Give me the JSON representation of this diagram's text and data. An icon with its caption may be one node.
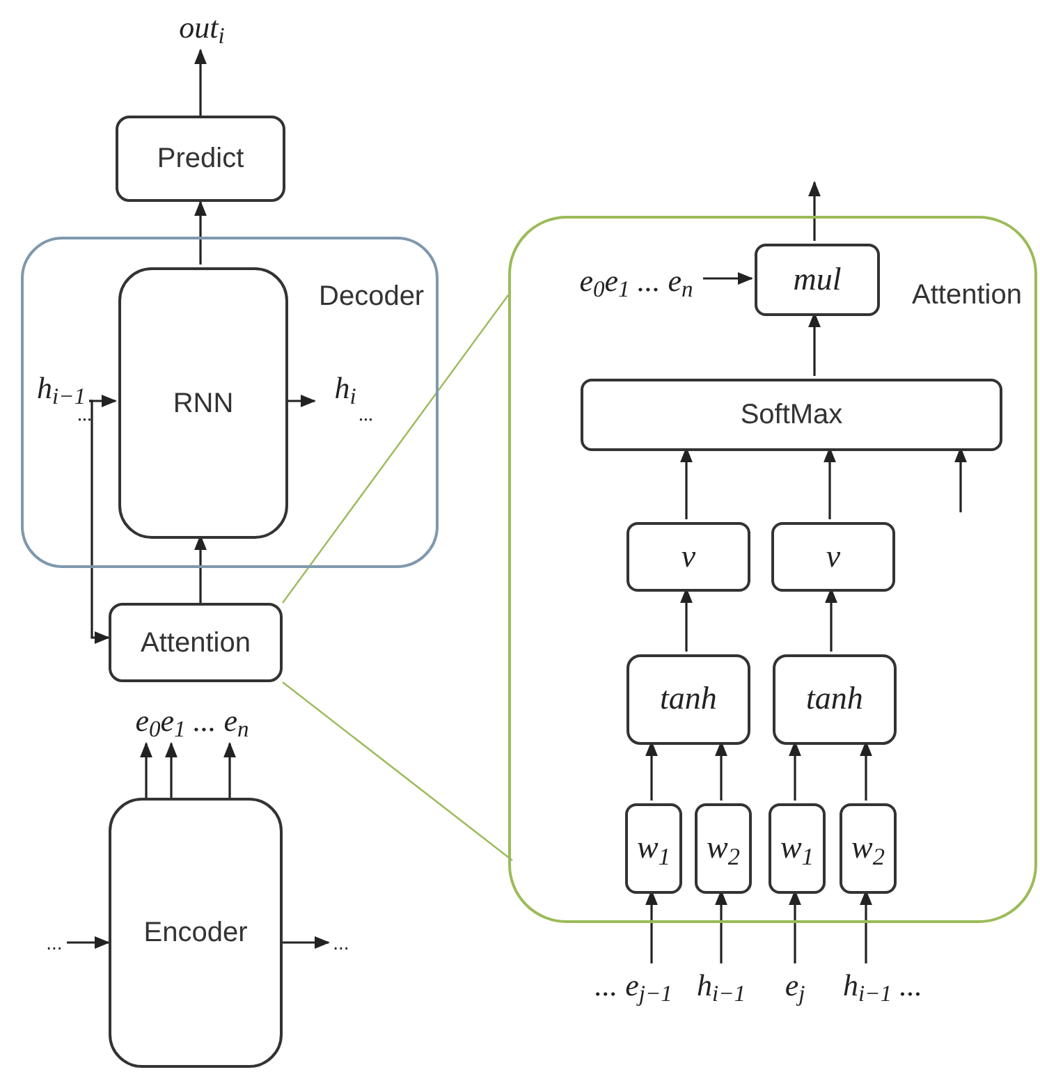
{
  "diagram": {
    "nodes": [
      {
        "text": [
          "out$_{i}$"
        ]
      },
      {
        "text": [
          "Predict"
        ]
      },
      {
        "text": [
          "Decoder"
        ]
      },
      {
        "text": [
          "RNN"
        ],
        "in": 2
      },
      {
        "text": [
          "h$_{i−1}$",
          "..."
        ],
        "in": 2
      },
      {
        "text": [
          "h$_{i}$",
          "..."
        ],
        "in": 2
      },
      {
        "text": [
          "Attention"
        ]
      },
      {
        "text": [
          "e$_{0}$e$_{1}$ ... e$_{n}$"
        ]
      },
      {
        "text": [
          "Encoder"
        ]
      },
      {
        "text": [
          "..."
        ]
      },
      {
        "text": [
          "..."
        ]
      },
      {
        "text": [
          "Attention"
        ]
      },
      {
        "text": [
          "mul"
        ],
        "in": 11
      },
      {
        "text": [
          "e$_{0}$e$_{1}$ ... e$_{n}$"
        ],
        "in": 11
      },
      {
        "text": [
          "SoftMax"
        ],
        "in": 11
      },
      {
        "text": [
          "v"
        ],
        "in": 11
      },
      {
        "text": [
          "v"
        ],
        "in": 11
      },
      {
        "text": [
          "tanh"
        ],
        "in": 11
      },
      {
        "text": [
          "tanh"
        ],
        "in": 11
      },
      {
        "text": [
          "w$_{1}$"
        ],
        "in": 11
      },
      {
        "text": [
          "w$_{2}$"
        ],
        "in": 11
      },
      {
        "text": [
          "w$_{1}$"
        ],
        "in": 11
      },
      {
        "text": [
          "w$_{2}$"
        ],
        "in": 11
      },
      {
        "text": [
          "... e$_{j−1}$"
        ]
      },
      {
        "text": [
          "h$_{i−1}$"
        ]
      },
      {
        "text": [
          "e$_{j}$"
        ]
      },
      {
        "text": [
          "h$_{i−1}$ ..."
        ]
      }
    ],
    "edges": [
      {
        "from": 1,
        "to": 0,
        "arrow": "to"
      },
      {
        "from": 3,
        "to": 1,
        "arrow": "to"
      },
      {
        "from": 4,
        "to": 3,
        "arrow": "to"
      },
      {
        "from": 4,
        "to": 6,
        "arrow": "to"
      },
      {
        "from": 3,
        "to": 5,
        "arrow": "to"
      },
      {
        "from": 6,
        "to": 3,
        "arrow": "to"
      },
      {
        "from": 8,
        "to": 7,
        "arrow": "to"
      },
      {
        "from": 8,
        "to": 7,
        "arrow": "to"
      },
      {
        "from": 8,
        "to": 7,
        "arrow": "to"
      },
      {
        "from": 9,
        "to": 8,
        "arrow": "to"
      },
      {
        "from": 8,
        "to": 10,
        "arrow": "to"
      },
      {
        "from": 6,
        "to": 11,
        "arrow": "none",
        "color": "#9bbb59"
      },
      {
        "from": 6,
        "to": 11,
        "arrow": "none",
        "color": "#9bbb59"
      },
      {
        "from": 12,
        "to": null,
        "arrow": "to"
      },
      {
        "from": 13,
        "to": 12,
        "arrow": "to"
      },
      {
        "from": 14,
        "to": 12,
        "arrow": "to"
      },
      {
        "from": 15,
        "to": 14,
        "arrow": "to"
      },
      {
        "from": 16,
        "to": 14,
        "arrow": "to"
      },
      {
        "from": null,
        "to": 14,
        "arrow": "to"
      },
      {
        "from": 17,
        "to": 15,
        "arrow": "to"
      },
      {
        "from": 18,
        "to": 16,
        "arrow": "to"
      },
      {
        "from": 19,
        "to": 17,
        "arrow": "to"
      },
      {
        "from": 20,
        "to": 17,
        "arrow": "to"
      },
      {
        "from": 21,
        "to": 18,
        "arrow": "to"
      },
      {
        "from": 22,
        "to": 18,
        "arrow": "to"
      },
      {
        "from": 23,
        "to": 19,
        "arrow": "to"
      },
      {
        "from": 24,
        "to": 20,
        "arrow": "to"
      },
      {
        "from": 25,
        "to": 21,
        "arrow": "to"
      },
      {
        "from": 26,
        "to": 22,
        "arrow": "to"
      }
    ]
  }
}
